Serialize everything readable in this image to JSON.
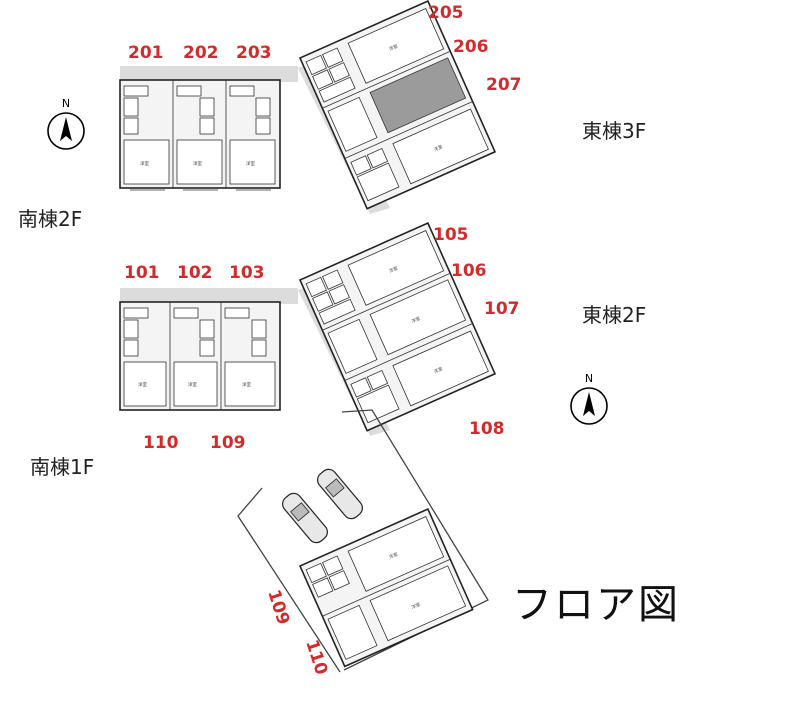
{
  "title": "フロア図",
  "buildings": {
    "east3f": "東棟3F",
    "south2f": "南棟2F",
    "east2f": "東棟2F",
    "south1f": "南棟1F"
  },
  "compass_label": "N",
  "units": {
    "s2f": [
      "201",
      "202",
      "203"
    ],
    "e3f": [
      "205",
      "206",
      "207"
    ],
    "s1f": [
      "101",
      "102",
      "103"
    ],
    "e2f": [
      "105",
      "106",
      "107",
      "108"
    ],
    "s1f_bottom": [
      "110",
      "109"
    ],
    "annex": [
      "109",
      "110"
    ]
  },
  "colors": {
    "unit_number": "#d42a2a",
    "shaded_unit": "#9b9b9b"
  }
}
